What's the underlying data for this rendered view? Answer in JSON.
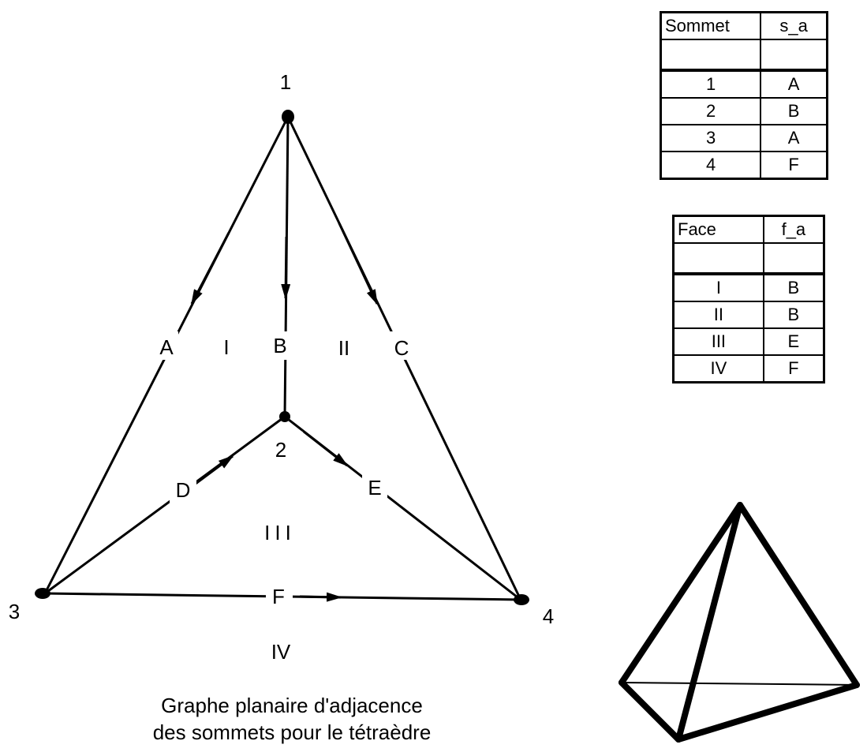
{
  "graph": {
    "vertex_labels": [
      "1",
      "2",
      "3",
      "4"
    ],
    "edge_labels": [
      "A",
      "B",
      "C",
      "D",
      "E",
      "F"
    ],
    "face_labels": [
      "I",
      "II",
      "III",
      "IV"
    ]
  },
  "vertex_table": {
    "headers": [
      "Sommet",
      "s_a"
    ],
    "rows": [
      [
        "1",
        "A"
      ],
      [
        "2",
        "B"
      ],
      [
        "3",
        "A"
      ],
      [
        "4",
        "F"
      ]
    ]
  },
  "face_table": {
    "headers": [
      "Face",
      "f_a"
    ],
    "rows": [
      [
        "I",
        "B"
      ],
      [
        "II",
        "B"
      ],
      [
        "III",
        "E"
      ],
      [
        "IV",
        "F"
      ]
    ]
  },
  "caption": {
    "line1": "Graphe planaire d'adjacence",
    "line2": "des sommets pour le tétraèdre"
  }
}
